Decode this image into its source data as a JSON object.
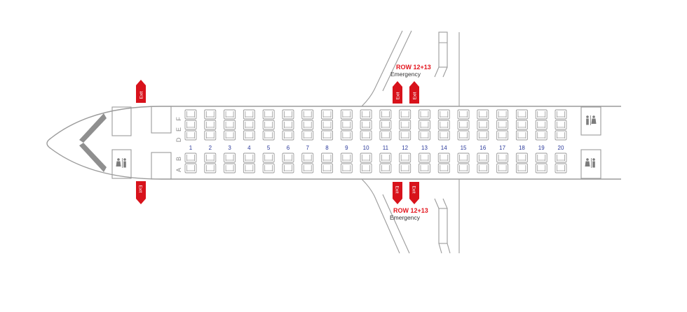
{
  "seat_map": {
    "rows": [
      "1",
      "2",
      "3",
      "4",
      "5",
      "6",
      "7",
      "8",
      "9",
      "10",
      "11",
      "12",
      "13",
      "14",
      "15",
      "16",
      "17",
      "18",
      "19",
      "20"
    ],
    "upper_letters": [
      "D",
      "E",
      "F"
    ],
    "lower_letters": [
      "A",
      "B"
    ],
    "exit_label": "Exit",
    "emergency_title": "ROW 12+13",
    "emergency_subtitle": "Emergency",
    "colors": {
      "exit": "#d8121b",
      "row_number": "#2b3a9b",
      "outline": "#9b9b9b"
    },
    "icons": [
      "lavatory-icon",
      "exit-arrow-icon",
      "cockpit-window-icon"
    ]
  }
}
